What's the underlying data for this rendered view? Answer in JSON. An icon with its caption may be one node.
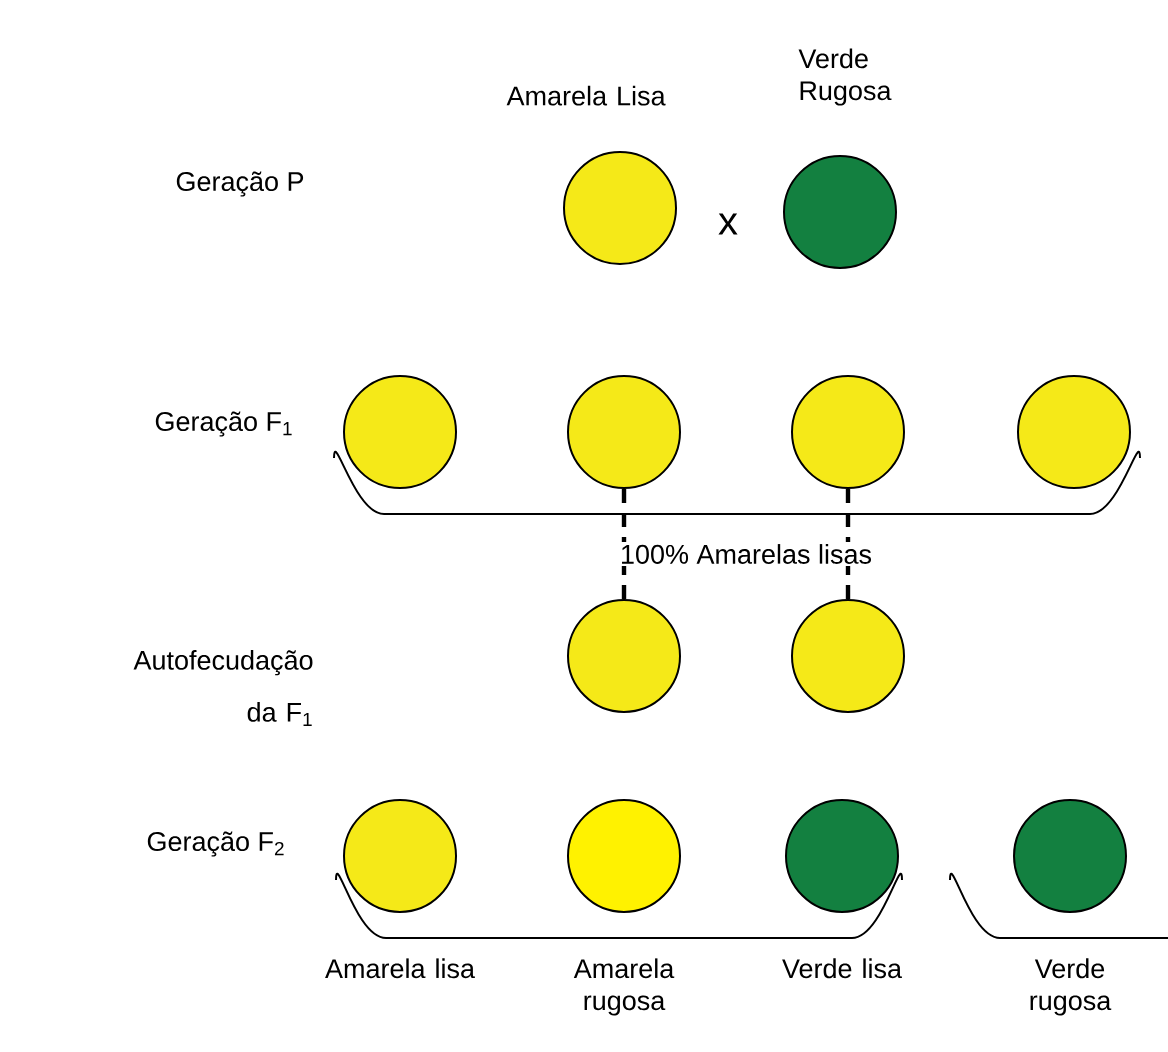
{
  "diagram": {
    "nodes": [
      {
        "text": [],
        "shape": "circle",
        "beside": [
          "Amarela Lisa"
        ]
      },
      {
        "text": [],
        "shape": "circle",
        "beside": [
          "Verde Rugosa"
        ]
      },
      {
        "text": [],
        "shape": "circle"
      },
      {
        "text": [],
        "shape": "circle"
      },
      {
        "text": [],
        "shape": "circle"
      },
      {
        "text": [],
        "shape": "circle"
      },
      {
        "text": [],
        "shape": "circle"
      },
      {
        "text": [],
        "shape": "circle"
      },
      {
        "text": [],
        "shape": "circle",
        "beside": [
          "Amarela lisa"
        ]
      },
      {
        "text": [],
        "shape": "circle",
        "beside": [
          "Amarela rugosa"
        ]
      },
      {
        "text": [],
        "shape": "circle",
        "beside": [
          "Verde lisa"
        ]
      },
      {
        "text": [],
        "shape": "circle",
        "beside": [
          "Verde rugosa"
        ]
      }
    ],
    "edges": [
      {
        "from": 3,
        "to": 6,
        "arrow": "none",
        "style": "dashed"
      },
      {
        "from": 4,
        "to": 7,
        "arrow": "none",
        "style": "dashed"
      }
    ],
    "labels": [
      "Geração P",
      "x",
      "Geração F$_{1}$",
      "100% Amarelas lisas",
      "Autofecudação da F$_{1}$",
      "Geração F$_{2}$"
    ]
  }
}
